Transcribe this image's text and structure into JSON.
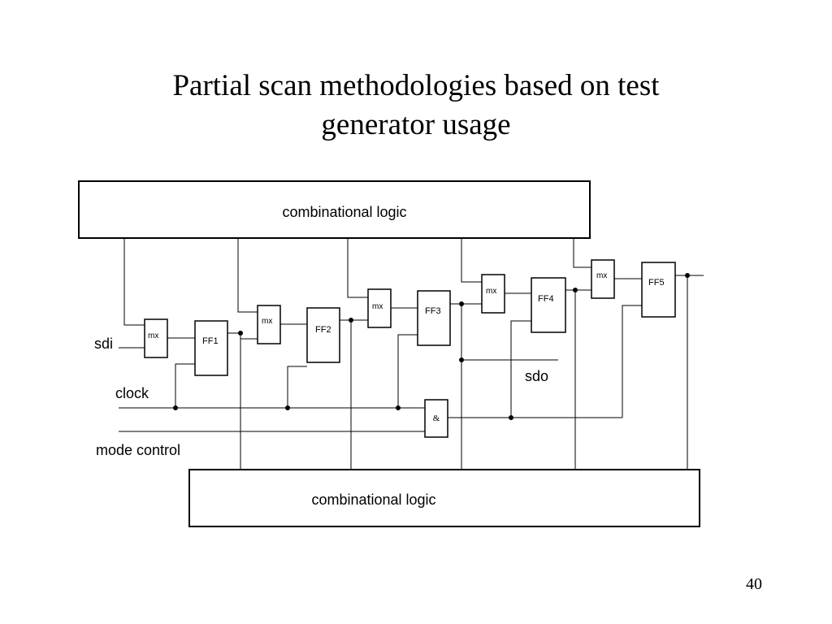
{
  "slide": {
    "title_line1": "Partial scan methodologies based on test",
    "title_line2": "generator usage",
    "page_number": "40"
  },
  "diagram": {
    "top_block": "combinational logic",
    "bottom_block": "combinational logic",
    "mux_label": "mx",
    "ff1": "FF1",
    "ff2": "FF2",
    "ff3": "FF3",
    "ff4": "FF4",
    "ff5": "FF5",
    "and_gate": "&",
    "inputs": {
      "sdi": "sdi",
      "clock": "clock",
      "mode_control": "mode control"
    },
    "output_sdo": "sdo"
  }
}
